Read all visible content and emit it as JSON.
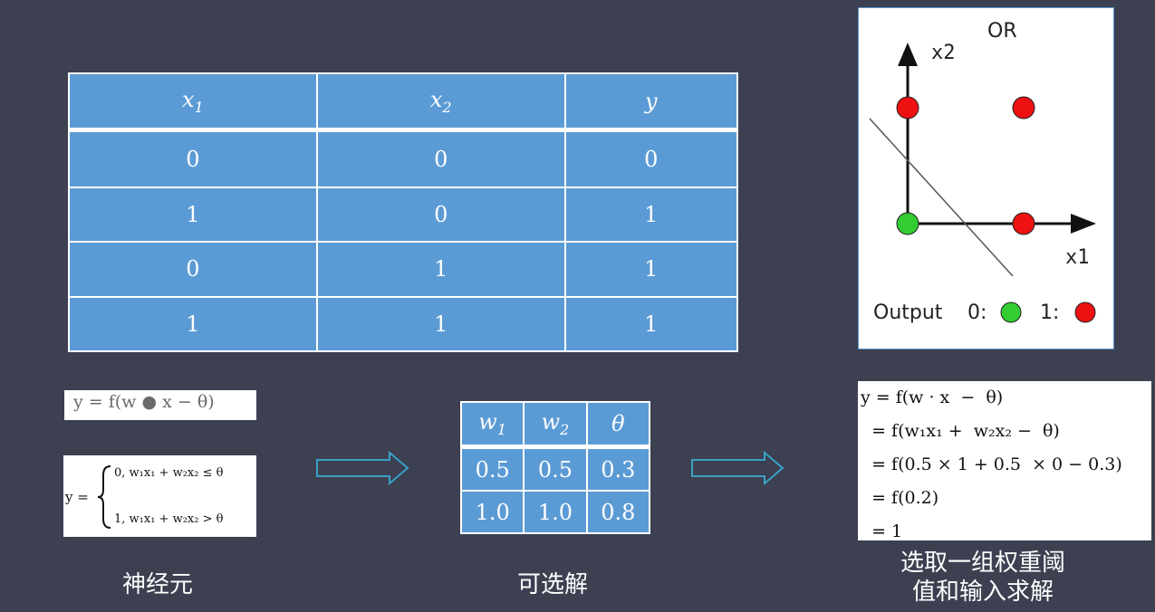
{
  "truth_table": {
    "headers": [
      {
        "base": "x",
        "sub": "1"
      },
      {
        "base": "x",
        "sub": "2"
      },
      {
        "base": "y",
        "sub": ""
      }
    ],
    "rows": [
      [
        "0",
        "0",
        "0"
      ],
      [
        "1",
        "0",
        "1"
      ],
      [
        "0",
        "1",
        "1"
      ],
      [
        "1",
        "1",
        "1"
      ]
    ]
  },
  "formula_simple": "y = f(w ● x − θ)",
  "formula_piecewise": {
    "lhs": "y =",
    "case1": "0,  w₁x₁ + w₂x₂ ≤ θ",
    "case2": "1,  w₁x₁ + w₂x₂ > θ"
  },
  "weights_table": {
    "headers": [
      {
        "base": "w",
        "sub": "1"
      },
      {
        "base": "w",
        "sub": "2"
      },
      {
        "base": "θ",
        "sub": ""
      }
    ],
    "rows": [
      [
        "0.5",
        "0.5",
        "0.3"
      ],
      [
        "1.0",
        "1.0",
        "0.8"
      ]
    ]
  },
  "calc_lines": [
    "y = f(w · x  −  θ)",
    "  = f(w₁x₁ +  w₂x₂ −  θ)",
    "  = f(0.5 × 1 + 0.5  × 0 − 0.3)",
    "  = f(0.2)",
    "  = 1"
  ],
  "or_plot": {
    "title": "OR",
    "x_label": "x1",
    "y_label": "x2",
    "legend_prefix": "Output",
    "legend_0": "0:",
    "legend_1": "1:",
    "points": [
      {
        "x": 0,
        "y": 0,
        "output": 0
      },
      {
        "x": 1,
        "y": 0,
        "output": 1
      },
      {
        "x": 0,
        "y": 1,
        "output": 1
      },
      {
        "x": 1,
        "y": 1,
        "output": 1
      }
    ],
    "colors": {
      "output_0": "#33cc33",
      "output_1": "#ee1111"
    }
  },
  "captions": {
    "neuron": "神经元",
    "solutions": "可选解",
    "compute_line1": "选取一组权重阈",
    "compute_line2": "值和输入求解"
  },
  "colors": {
    "background": "#3c4050",
    "table_fill": "#5b9bd5"
  }
}
